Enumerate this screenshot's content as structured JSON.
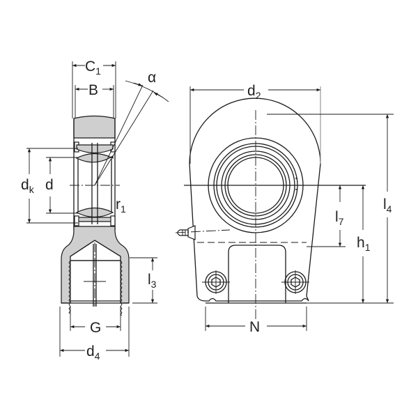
{
  "figure": {
    "type": "technical-drawing",
    "subject": "hydraulic rod end with spherical plain bearing",
    "views": [
      {
        "name": "side-section-view"
      },
      {
        "name": "front-view"
      }
    ]
  },
  "dimensions": {
    "C1": {
      "main": "C",
      "sub": "1"
    },
    "B": {
      "main": "B",
      "sub": ""
    },
    "alpha": {
      "main": "α",
      "sub": ""
    },
    "dk": {
      "main": "d",
      "sub": "k"
    },
    "d": {
      "main": "d",
      "sub": ""
    },
    "r1": {
      "main": "r",
      "sub": "1"
    },
    "l3": {
      "main": "l",
      "sub": "3"
    },
    "G": {
      "main": "G",
      "sub": ""
    },
    "d4": {
      "main": "d",
      "sub": "4"
    },
    "d2": {
      "main": "d",
      "sub": "2"
    },
    "l7": {
      "main": "l",
      "sub": "7"
    },
    "h1": {
      "main": "h",
      "sub": "1"
    },
    "l4": {
      "main": "l",
      "sub": "4"
    },
    "N": {
      "main": "N",
      "sub": ""
    }
  },
  "colors": {
    "line": "#1a1a1a",
    "section_fill": "#cfcfcf",
    "background": "#ffffff"
  }
}
